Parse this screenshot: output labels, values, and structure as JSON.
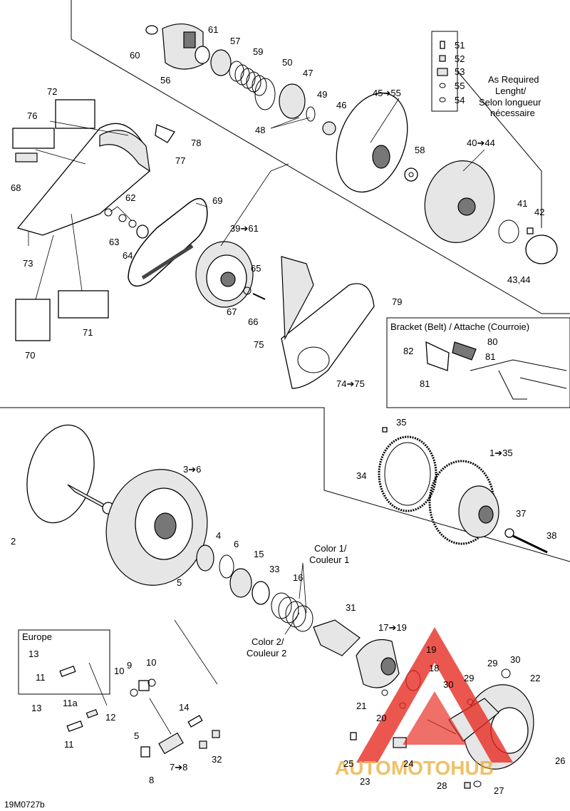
{
  "diagram_code": "19M0727b",
  "notes": {
    "as_required": [
      "As Required",
      "Lenght/",
      "Selon longueur",
      "nécessaire"
    ],
    "bracket_title": "Bracket (Belt) / Attache (Courroie)",
    "europe": "Europe",
    "color1": [
      "Color 1/",
      "Couleur 1"
    ],
    "color2": [
      "Color 2/",
      "Couleur 2"
    ]
  },
  "labels": {
    "p60": "60",
    "p61": "61",
    "p57": "57",
    "p56": "56",
    "p59": "59",
    "p50": "50",
    "p47": "47",
    "p49": "49",
    "p46": "46",
    "p48": "48",
    "p45": "45➔55",
    "p51": "51",
    "p52": "52",
    "p53": "53",
    "p55": "55",
    "p54": "54",
    "p58": "58",
    "p40": "40➔44",
    "p41": "41",
    "p42": "42",
    "p43": "43,44",
    "p72": "72",
    "p76": "76",
    "p78": "78",
    "p77": "77",
    "p68": "68",
    "p62": "62",
    "p63": "63",
    "p64": "64",
    "p73": "73",
    "p69": "69",
    "p39": "39➔61",
    "p65": "65",
    "p67": "67",
    "p66": "66",
    "p79": "79",
    "p75": "75",
    "p74": "74➔75",
    "p70": "70",
    "p71": "71",
    "p80": "80",
    "p82": "82",
    "p81a": "81",
    "p81b": "81",
    "p35": "35",
    "p34": "34",
    "p1": "1➔35",
    "p37": "37",
    "p38": "38",
    "p3": "3➔6",
    "p2": "2",
    "p4": "4",
    "p6": "6",
    "p15": "15",
    "p5a": "5",
    "p33": "33",
    "p16": "16",
    "p31": "31",
    "p17": "17➔19",
    "p19": "19",
    "p18": "18",
    "p30a": "30",
    "p29a": "29",
    "p22": "22",
    "p29b": "29",
    "p30b": "30",
    "p21": "21",
    "p20": "20",
    "p13a": "13",
    "p11a": "11",
    "p9": "9",
    "p10a": "10",
    "p10b": "10",
    "p11b": "11a",
    "p13b": "13",
    "p12": "12",
    "p11c": "11",
    "p14": "14",
    "p5b": "5",
    "p7": "7➔8",
    "p8": "8",
    "p32": "32",
    "p25": "25",
    "p24": "24",
    "p23": "23",
    "p26": "26",
    "p28": "28",
    "p27": "27"
  },
  "watermark": "AUTOMOTOHUB"
}
